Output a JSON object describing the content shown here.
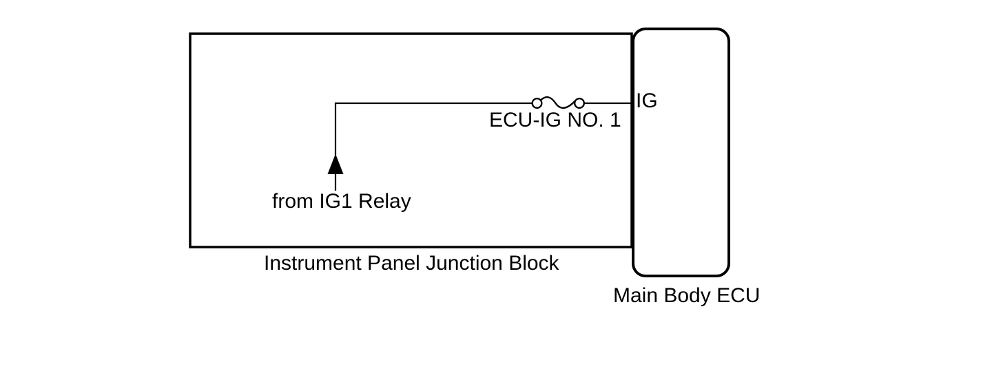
{
  "blocks": {
    "junction_block": {
      "label": "Instrument Panel Junction Block"
    },
    "main_body_ecu": {
      "label": "Main Body ECU",
      "pin": "IG"
    }
  },
  "fuse": {
    "label": "ECU-IG NO. 1"
  },
  "wire": {
    "source_label": "from IG1 Relay"
  },
  "colors": {
    "line": "#000000",
    "text": "#000000",
    "background": "#ffffff"
  }
}
